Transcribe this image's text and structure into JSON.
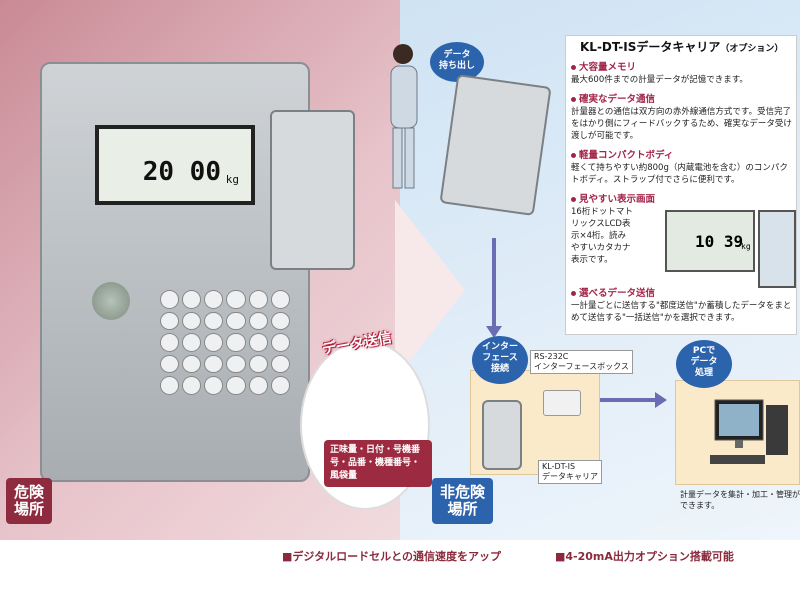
{
  "zones": {
    "danger_label": "危険\n場所",
    "safe_label": "非危険\n場所"
  },
  "device": {
    "display_value": "20 00",
    "display_unit": "kg"
  },
  "data_send": {
    "title": "データ送信",
    "items": "正味量・日付・号機番号・品番・機種番号・風袋量"
  },
  "carry_out": {
    "label": "データ\n持ち出し"
  },
  "option_panel": {
    "title": "KL-DT-ISデータキャリア",
    "title_suffix": "（オプション）",
    "features": [
      {
        "heading": "大容量メモリ",
        "body": "最大600件までの計量データが記憶できます。"
      },
      {
        "heading": "確実なデータ通信",
        "body": "計量器との通信は双方向の赤外線通信方式です。受信完了をはかり側にフィードバックするため、確実なデータ受け渡しが可能です。"
      },
      {
        "heading": "軽量コンパクトボディ",
        "body": "軽くて持ちやすい約800g（内蔵電池を含む）のコンパクトボディ。ストラップ付でさらに便利です。"
      },
      {
        "heading": "見やすい表示画面",
        "body": "16桁ドットマトリックスLCD表示×4桁。読みやすいカタカナ表示です。"
      },
      {
        "heading": "選べるデータ送信",
        "body": "一計量ごとに送信する\"都度送信\"か蓄積したデータをまとめて送信する\"一括送信\"かを選択できます。"
      }
    ],
    "lcd_value": "10 39",
    "lcd_unit": "kg"
  },
  "interface": {
    "connect_label": "インター\nフェース\n接続",
    "box_label": "RS-232C\nインターフェースボックス",
    "carrier_label": "KL-DT-IS\nデータキャリア"
  },
  "pc": {
    "label": "PCで\nデータ\n処理",
    "note": "計量データを集計・加工・管理ができます。"
  },
  "footer": {
    "note1": "■デジタルロードセルとの通信速度をアップ",
    "note2": "■4-20mA出力オプション搭載可能"
  },
  "colors": {
    "accent": "#a3264a",
    "blue": "#2c63ad"
  }
}
